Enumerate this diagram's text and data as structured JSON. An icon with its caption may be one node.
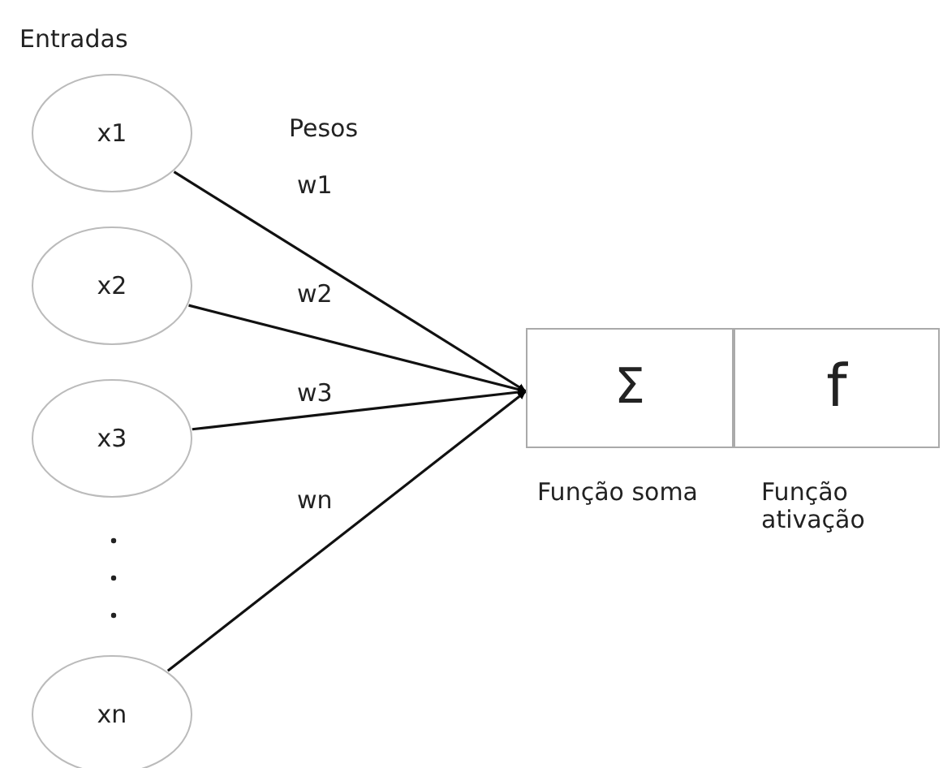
{
  "diagram": {
    "nodes": [
      {
        "text": [
          "x1"
        ]
      },
      {
        "text": [
          "x2"
        ]
      },
      {
        "text": [
          "x3"
        ]
      },
      {
        "text": [
          "xn"
        ]
      },
      {
        "text": [
          "Σ"
        ],
        "beside": [
          "Função soma"
        ]
      },
      {
        "text": [
          "f"
        ],
        "beside": [
          "Função ativação"
        ]
      }
    ],
    "edges": [
      {
        "from": 0,
        "to": 4,
        "arrow": "to",
        "label": "w1"
      },
      {
        "from": 1,
        "to": 4,
        "arrow": "to",
        "label": "w2"
      },
      {
        "from": 2,
        "to": 4,
        "arrow": "to",
        "label": "w3"
      },
      {
        "from": 3,
        "to": 4,
        "arrow": "to",
        "label": "wn"
      }
    ],
    "labels": [
      "Entradas",
      "Pesos"
    ]
  }
}
